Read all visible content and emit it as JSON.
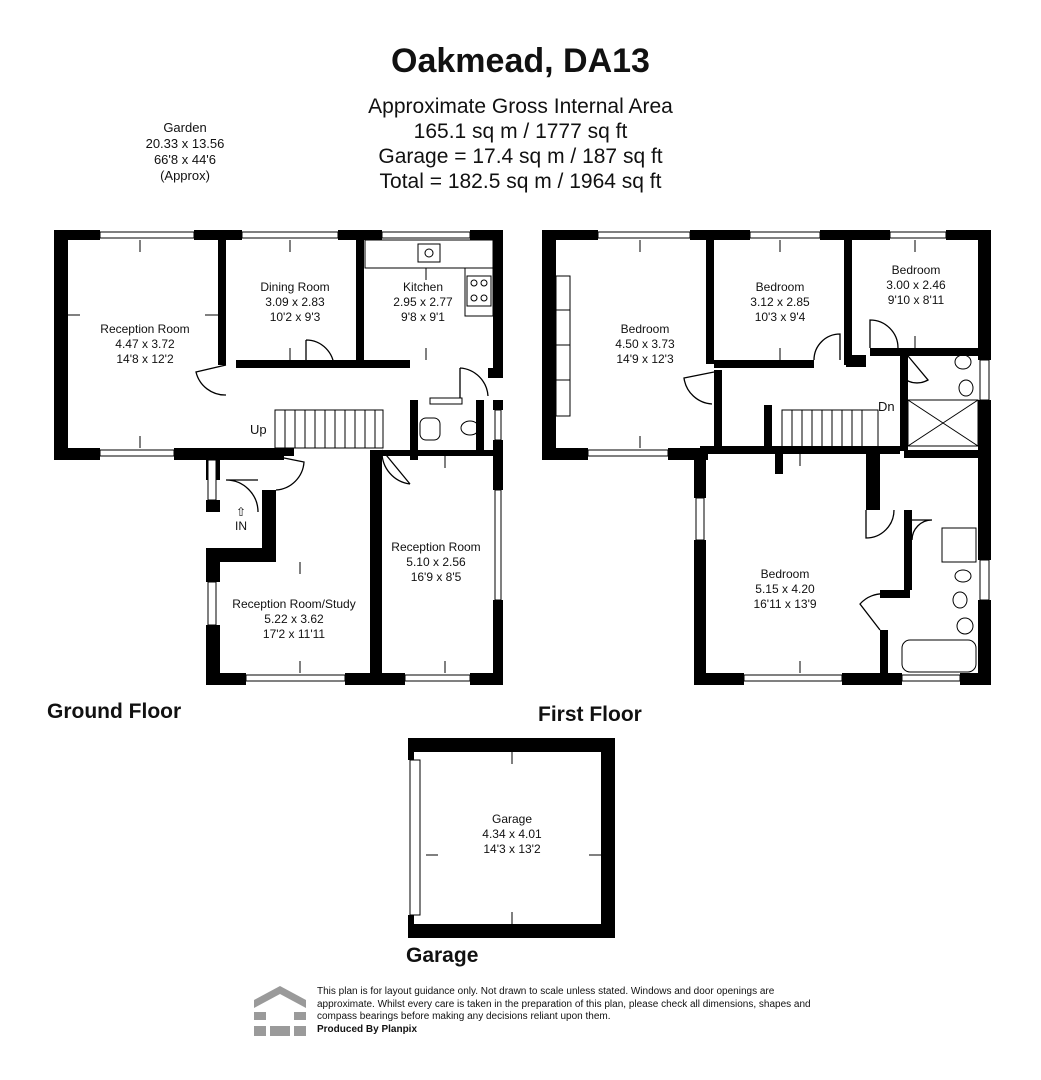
{
  "title": "Oakmead, DA13",
  "area": {
    "line1": "Approximate Gross Internal Area",
    "line2": "165.1 sq m / 1777 sq ft",
    "line3": "Garage = 17.4 sq m / 187 sq ft",
    "line4": "Total = 182.5 sq m / 1964 sq ft"
  },
  "garden": {
    "name": "Garden",
    "metric": "20.33 x 13.56",
    "imperial": "66'8 x 44'6",
    "note": "(Approx)"
  },
  "floors": {
    "ground": "Ground Floor",
    "first": "First Floor",
    "garage": "Garage"
  },
  "rooms": {
    "reception1": {
      "name": "Reception Room",
      "metric": "4.47 x 3.72",
      "imperial": "14'8 x 12'2"
    },
    "dining": {
      "name": "Dining Room",
      "metric": "3.09 x 2.83",
      "imperial": "10'2 x 9'3"
    },
    "kitchen": {
      "name": "Kitchen",
      "metric": "2.95 x 2.77",
      "imperial": "9'8 x 9'1"
    },
    "reception2": {
      "name": "Reception Room",
      "metric": "5.10 x 2.56",
      "imperial": "16'9 x 8'5"
    },
    "study": {
      "name": "Reception Room/Study",
      "metric": "5.22 x 3.62",
      "imperial": "17'2 x 11'11"
    },
    "bed1": {
      "name": "Bedroom",
      "metric": "4.50 x 3.73",
      "imperial": "14'9 x 12'3"
    },
    "bed2": {
      "name": "Bedroom",
      "metric": "3.12 x 2.85",
      "imperial": "10'3 x 9'4"
    },
    "bed3": {
      "name": "Bedroom",
      "metric": "3.00 x 2.46",
      "imperial": "9'10 x 8'11"
    },
    "bed4": {
      "name": "Bedroom",
      "metric": "5.15 x 4.20",
      "imperial": "16'11 x 13'9"
    },
    "garage": {
      "name": "Garage",
      "metric": "4.34 x 4.01",
      "imperial": "14'3 x 13'2"
    }
  },
  "stairs": {
    "up": "Up",
    "down": "Dn",
    "entrance": "IN"
  },
  "disclaimer": {
    "text": "This plan is for layout guidance only. Not drawn to scale unless stated. Windows and door openings are approximate. Whilst every care is taken in the preparation of this plan, please check all dimensions, shapes and compass bearings before making any decisions reliant upon them.",
    "producer": "Produced By Planpix"
  },
  "colors": {
    "wall": "#000000",
    "logo": "#9a9a9a",
    "background": "#ffffff"
  }
}
